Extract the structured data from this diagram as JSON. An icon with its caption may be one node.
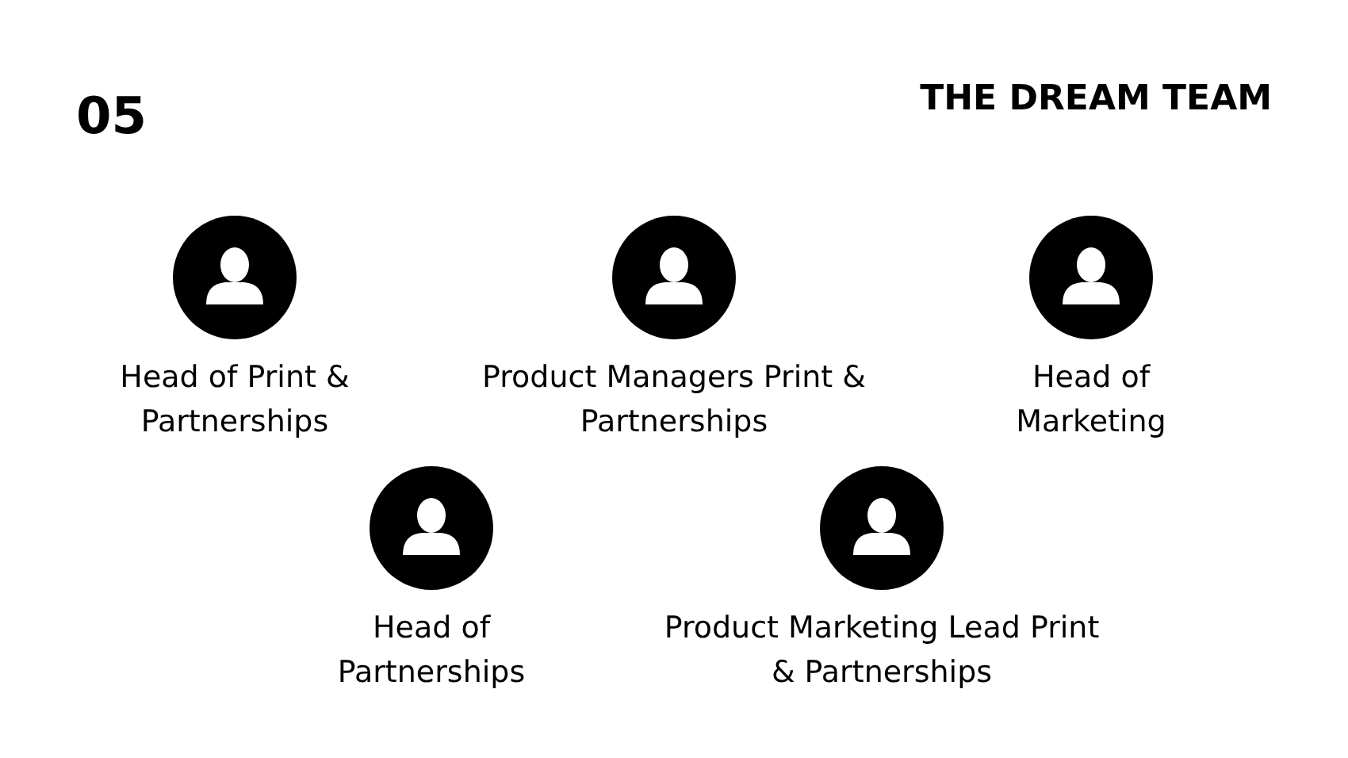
{
  "diagram": {
    "title": "THE DREAM TEAM",
    "nodes": [
      {
        "text": [
          "Head of Print & Partnerships"
        ]
      },
      {
        "text": [
          "Product Managers Print & Partnerships"
        ]
      },
      {
        "text": [
          "Head of Marketing"
        ]
      },
      {
        "text": [
          "Head of Partnerships"
        ]
      },
      {
        "text": [
          "Product Marketing Lead Print & Partnerships"
        ]
      }
    ],
    "edges": [],
    "labels": [
      "05"
    ]
  }
}
